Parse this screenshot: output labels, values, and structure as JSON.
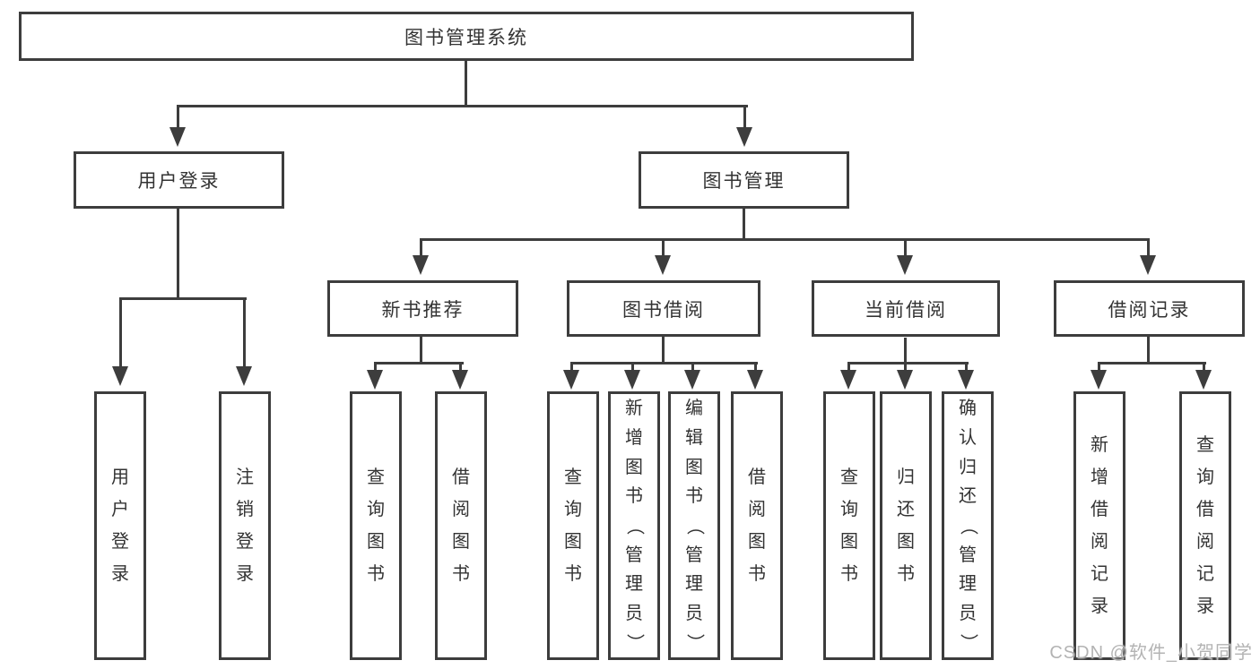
{
  "colors": {
    "line": "#3d3d3d",
    "text": "#333333",
    "watermark": "#b3b3b3",
    "background": "#ffffff"
  },
  "nodes": {
    "root": {
      "label": "图书管理系统"
    },
    "user_login": {
      "label": "用户登录"
    },
    "book_mgmt": {
      "label": "图书管理"
    },
    "sections": [
      {
        "label": "新书推荐"
      },
      {
        "label": "图书借阅"
      },
      {
        "label": "当前借阅"
      },
      {
        "label": "借阅记录"
      }
    ],
    "leaves": {
      "user_login": [
        "用户登录",
        "注销登录"
      ],
      "new_books": [
        "查询图书",
        "借阅图书"
      ],
      "book_borrow": [
        "查询图书",
        "新增图书（管理员）",
        "编辑图书（管理员）",
        "借阅图书"
      ],
      "current_borrow": [
        "查询图书",
        "归还图书",
        "确认归还（管理员）"
      ],
      "borrow_records": [
        "新增借阅记录",
        "查询借阅记录"
      ]
    }
  },
  "watermark": {
    "text": "CSDN @软件_小贺同学"
  }
}
